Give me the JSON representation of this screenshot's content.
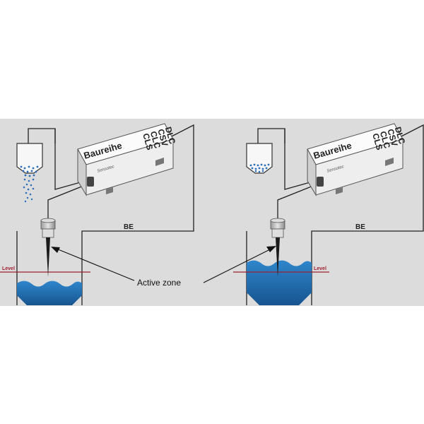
{
  "colors": {
    "panel_background": "#dcdcdd",
    "liquid": "#2f7fc4",
    "liquid_dark": "#1b5e9c",
    "level_line": "#9c2030",
    "wire": "#222222",
    "housing": "#f2f2f2"
  },
  "device": {
    "series_label": "Baureihe",
    "models": [
      "CLS",
      "CLC",
      "CSV",
      "DLC"
    ],
    "brand": "Sensotec"
  },
  "labels": {
    "level": "Level",
    "be": "BE",
    "active_zone": "Active zone"
  },
  "scenarios": [
    {
      "state": "liquid-low"
    },
    {
      "state": "liquid-high"
    }
  ]
}
